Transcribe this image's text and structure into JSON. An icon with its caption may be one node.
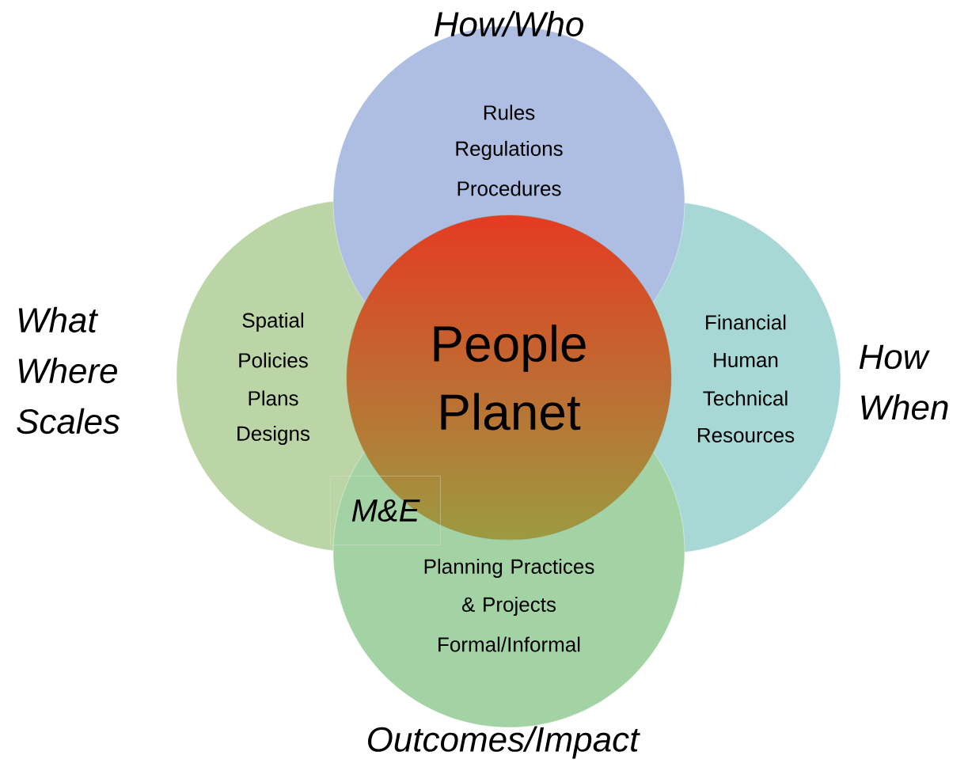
{
  "diagram": {
    "nodes": [
      {
        "text": [
          "What Where Scales",
          "Spatial",
          "Policies",
          "Plans",
          "Designs"
        ]
      },
      {
        "text": [
          "How When",
          "Financial",
          "Human",
          "Technical",
          "Resources"
        ]
      },
      {
        "text": [
          "How/Who",
          "Rules",
          "Regulations",
          "Procedures"
        ]
      },
      {
        "text": [
          "Planning Practices & Projects",
          "Formal/Informal",
          "Outcomes/Impact"
        ]
      },
      {
        "text": [
          "People",
          "Planet"
        ]
      }
    ],
    "labels": [
      "M&E"
    ]
  }
}
